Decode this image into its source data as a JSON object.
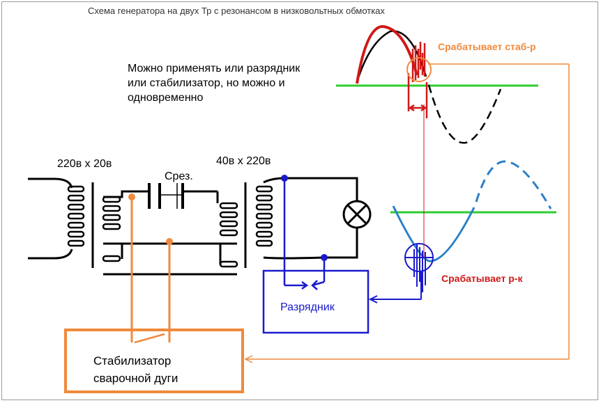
{
  "title": "Схема генератора на двух Тр с резонансом в низковольтных обмотках",
  "note": [
    "Можно применять или разрядник",
    "или стабилизатор, но можно и",
    "одновременно"
  ],
  "labels": {
    "transformer1": "220в х 20в",
    "transformer2": "40в х 220в",
    "capacitor": "Срез.",
    "stab_triggers": "Срабатывает  стаб-р",
    "arrester_triggers": "Срабатывает р-к",
    "arrester": "Разрядник",
    "stabilizer": [
      "Стабилизатор",
      "сварочной  дуги"
    ]
  },
  "colors": {
    "orange": "#f08a3c",
    "blue": "#1a1acc",
    "wave_blue": "#2a7fc8",
    "green": "#2ecc2e",
    "red": "#d01818",
    "black": "#000000"
  }
}
